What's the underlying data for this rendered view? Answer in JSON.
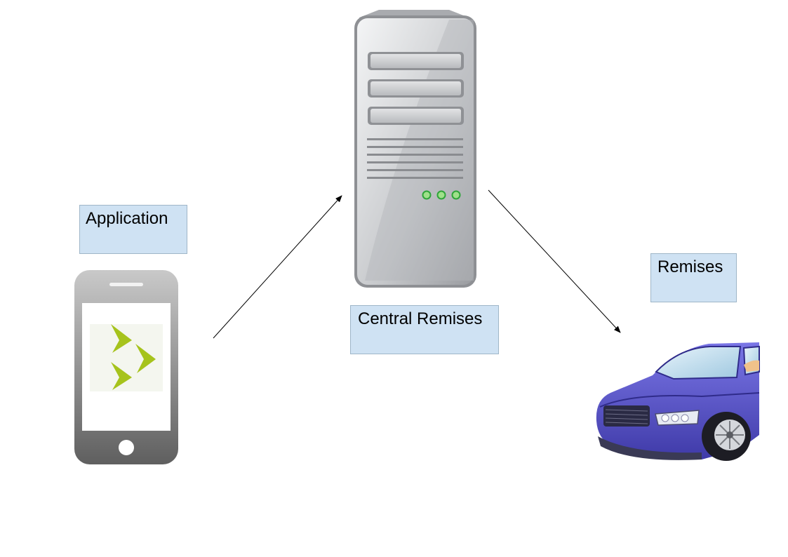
{
  "labels": {
    "application": "Application",
    "central": "Central Remises",
    "remises": "Remises"
  },
  "icons": {
    "phone": "smartphone-icon",
    "server": "server-tower-icon",
    "car": "car-icon"
  },
  "colors": {
    "label_fill": "#cfe2f3",
    "logo_green": "#a6c31c",
    "car_body": "#5a55cc",
    "server_body": "#c7c9cc"
  }
}
